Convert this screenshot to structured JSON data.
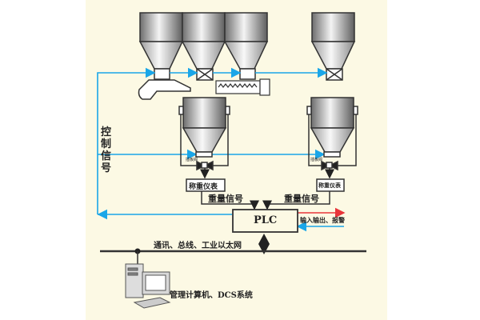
{
  "labels": {
    "control_signal": "控制信号",
    "valve_left": "插板阀",
    "valve_right": "插板阀",
    "meter_left": "称重仪表",
    "meter_right": "称重仪表",
    "weight_signal_left": "重量信号",
    "weight_signal_right": "重量信号",
    "plc": "PLC",
    "io_alarm": "输入输出、报警",
    "bus": "通讯、总线、工业以太网",
    "computer": "管理计算机、DCS系统"
  },
  "colors": {
    "background": "#fcf9e4",
    "signal": "#1aa6e8",
    "output": "#e8353a",
    "line": "#333333"
  }
}
